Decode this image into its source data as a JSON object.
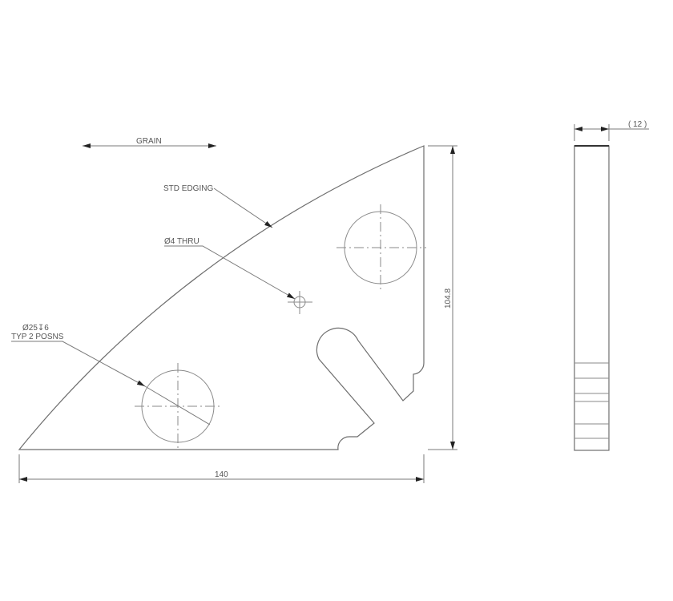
{
  "drawing": {
    "grain_label": "GRAIN",
    "edging_label": "STD EDGING",
    "small_hole_label": "Ø4 THRU",
    "large_hole_label_line1": "Ø25↧6",
    "large_hole_label_line2": "TYP 2 POSNS",
    "width_dim": "140",
    "height_dim": "104.8",
    "thickness_dim": "( 12 )"
  },
  "colors": {
    "line": "#6e6e6e",
    "text": "#555555",
    "background": "#ffffff"
  }
}
